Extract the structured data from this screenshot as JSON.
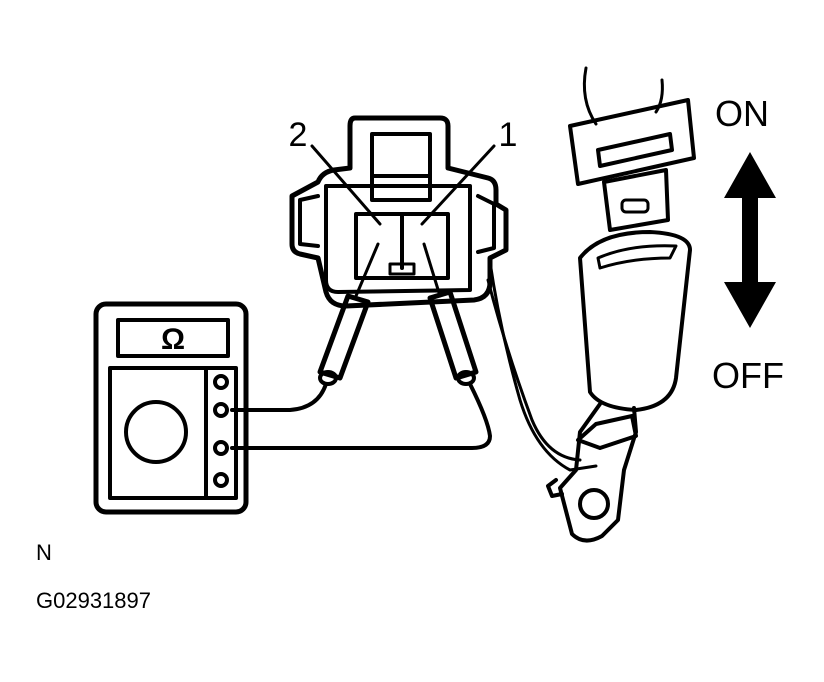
{
  "labels": {
    "pin_2": "2",
    "pin_1": "1",
    "on": "ON",
    "off": "OFF",
    "meter_symbol": "Ω",
    "view": "N",
    "figure_id": "G02931897"
  }
}
